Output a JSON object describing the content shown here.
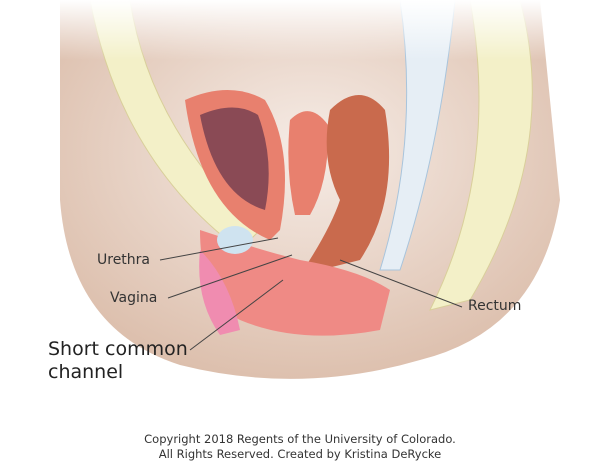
{
  "labels": {
    "urethra": "Urethra",
    "vagina": "Vagina",
    "short_common_channel_line1": "Short common",
    "short_common_channel_line2": "channel",
    "rectum": "Rectum"
  },
  "copyright": {
    "line1": "Copyright 2018 Regents of the University of Colorado.",
    "line2": "All Rights Reserved. Created by Kristina DeRycke"
  },
  "colors": {
    "skin": "#e9d3c4",
    "tissue": "#e8806e",
    "bladder_inner": "#8a4a55",
    "rectum": "#c96a4d",
    "bone": "#f3f0c8",
    "pink": "#f08cb0"
  }
}
